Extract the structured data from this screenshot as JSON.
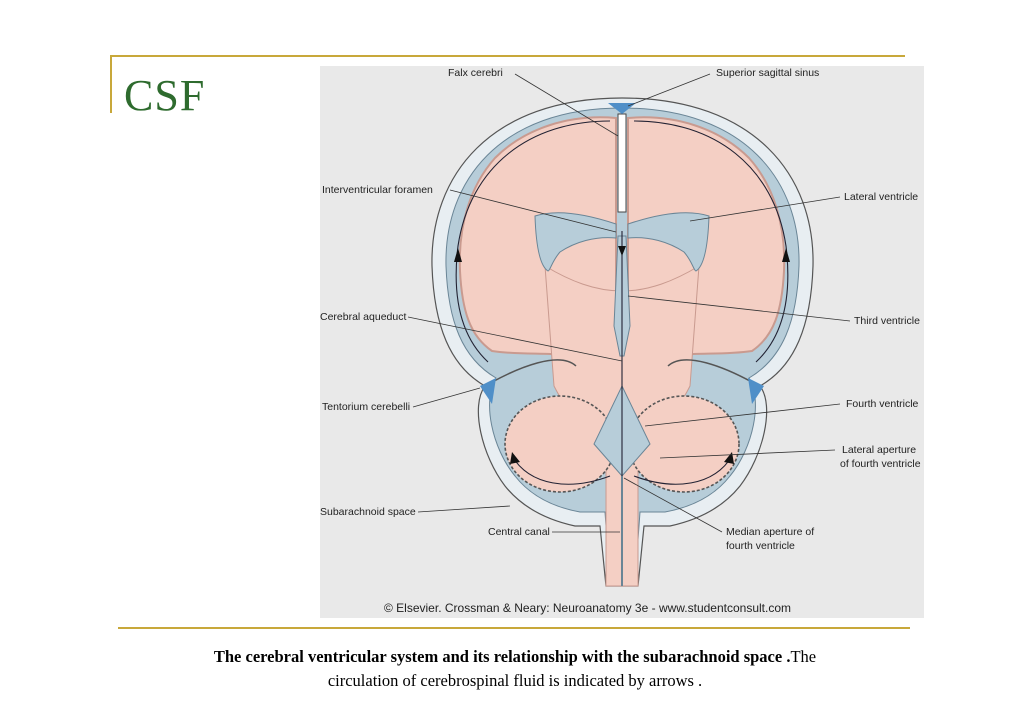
{
  "slide": {
    "title": "CSF",
    "caption_bold": "The cerebral ventricular system and its relationship with the subarachnoid space .",
    "caption_rest_line1": "The",
    "caption_line2": "circulation of cerebrospinal fluid is indicated by arrows ."
  },
  "figure": {
    "labels": {
      "falx_cerebri": "Falx cerebri",
      "superior_sagittal_sinus": "Superior sagittal sinus",
      "interventricular_foramen": "Interventricular foramen",
      "lateral_ventricle": "Lateral ventricle",
      "cerebral_aqueduct": "Cerebral aqueduct",
      "third_ventricle": "Third ventricle",
      "tentorium_cerebelli": "Tentorium cerebelli",
      "fourth_ventricle": "Fourth ventricle",
      "lateral_aperture_1": "Lateral aperture",
      "lateral_aperture_2": "of fourth ventricle",
      "subarachnoid_space": "Subarachnoid space",
      "central_canal": "Central canal",
      "median_aperture_1": "Median aperture of",
      "median_aperture_2": "fourth ventricle",
      "copyright": "© Elsevier. Crossman & Neary: Neuroanatomy 3e - www.studentconsult.com"
    },
    "colors": {
      "csf": "#b7cdd9",
      "brain": "#f4cfc4",
      "gyri_outline": "#c99a8f",
      "meninges": "#e8eef2",
      "sinus": "#4f8fc8",
      "background": "#e9e9e9"
    }
  }
}
